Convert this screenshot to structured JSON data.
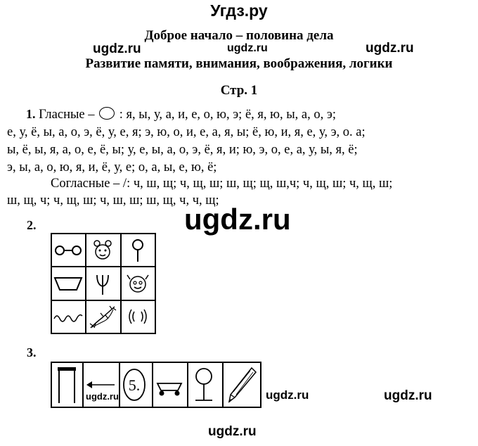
{
  "site_title": "Угдз.ру",
  "watermark": "ugdz.ru",
  "header": {
    "line1": "Доброе начало – половина дела",
    "line2": "Развитие памяти, внимания, воображения, логики",
    "page": "Стр. 1"
  },
  "task1": {
    "number": "1.",
    "vowels_label": "Гласные –",
    "vowels_first": ": я, ы, у, а, и, е, о, ю, э; ё, я, ю, ы, а, о, э;",
    "vowels_lines": [
      "е, у, ё, ы, а, о, э, ё, у, е, я;  э, ю, о, и, е, а, я, ы;  ё, ю, и, я, е, у, э, о. а;",
      "ы, ё, ы, я, а, о, е, ё, ы;  у, е, ы, а, о, э, ё, я, и;  ю, э, о, е, а, у, ы, я, ё;",
      "э, ы, а, о, ю, я, и, ё, у, е;  о, а, ы, е, ю, ё;"
    ],
    "consonants_first": "Согласные – /: ч, ш, щ;  ч, щ, ш;  ш, щ;  щ, ш,ч;  ч, щ, ш;  ч, щ, ш;",
    "consonants_line2": "ш, щ, ч;  ч, щ, ш;  ч, ш, ш;  ш, щ, ч, ч, щ;"
  },
  "task2": {
    "number": "2.",
    "cells": [
      "dumbbell-icon",
      "bear-face-icon",
      "circle-on-stick-icon",
      "trapezoid-icon",
      "fork-icon",
      "smiling-face-icon",
      "wavy-line-icon",
      "lizard-icon",
      "sound-waves-icon"
    ]
  },
  "task3": {
    "number": "3.",
    "cells": [
      "gate-icon",
      "arrow-left-icon",
      "number-five-icon",
      "cart-icon",
      "mirror-stand-icon",
      "pencil-icon"
    ],
    "five_label": "5."
  }
}
